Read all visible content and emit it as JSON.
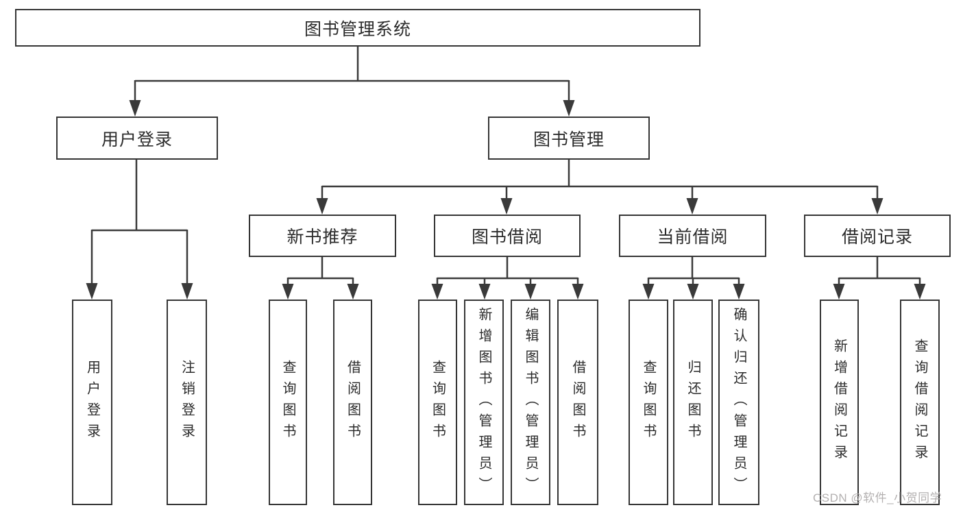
{
  "tree": {
    "root": {
      "label": "图书管理系统"
    },
    "branches": [
      {
        "label": "用户登录",
        "children": [
          {
            "label": "用户登录"
          },
          {
            "label": "注销登录"
          }
        ]
      },
      {
        "label": "图书管理",
        "children": [
          {
            "label": "新书推荐",
            "children": [
              {
                "label": "查询图书"
              },
              {
                "label": "借阅图书"
              }
            ]
          },
          {
            "label": "图书借阅",
            "children": [
              {
                "label": "查询图书"
              },
              {
                "label": "新增图书（管理员）"
              },
              {
                "label": "编辑图书（管理员）"
              },
              {
                "label": "借阅图书"
              }
            ]
          },
          {
            "label": "当前借阅",
            "children": [
              {
                "label": "查询图书"
              },
              {
                "label": "归还图书"
              },
              {
                "label": "确认归还（管理员）"
              }
            ]
          },
          {
            "label": "借阅记录",
            "children": [
              {
                "label": "新增借阅记录"
              },
              {
                "label": "查询借阅记录"
              }
            ]
          }
        ]
      }
    ]
  },
  "watermark": {
    "text": "CSDN @软件_小贺同学"
  },
  "colors": {
    "line": "#3a3a3a",
    "border": "#353535",
    "text": "#2b2b2b",
    "watermark": "#b3b0b0",
    "background": "#ffffff"
  }
}
